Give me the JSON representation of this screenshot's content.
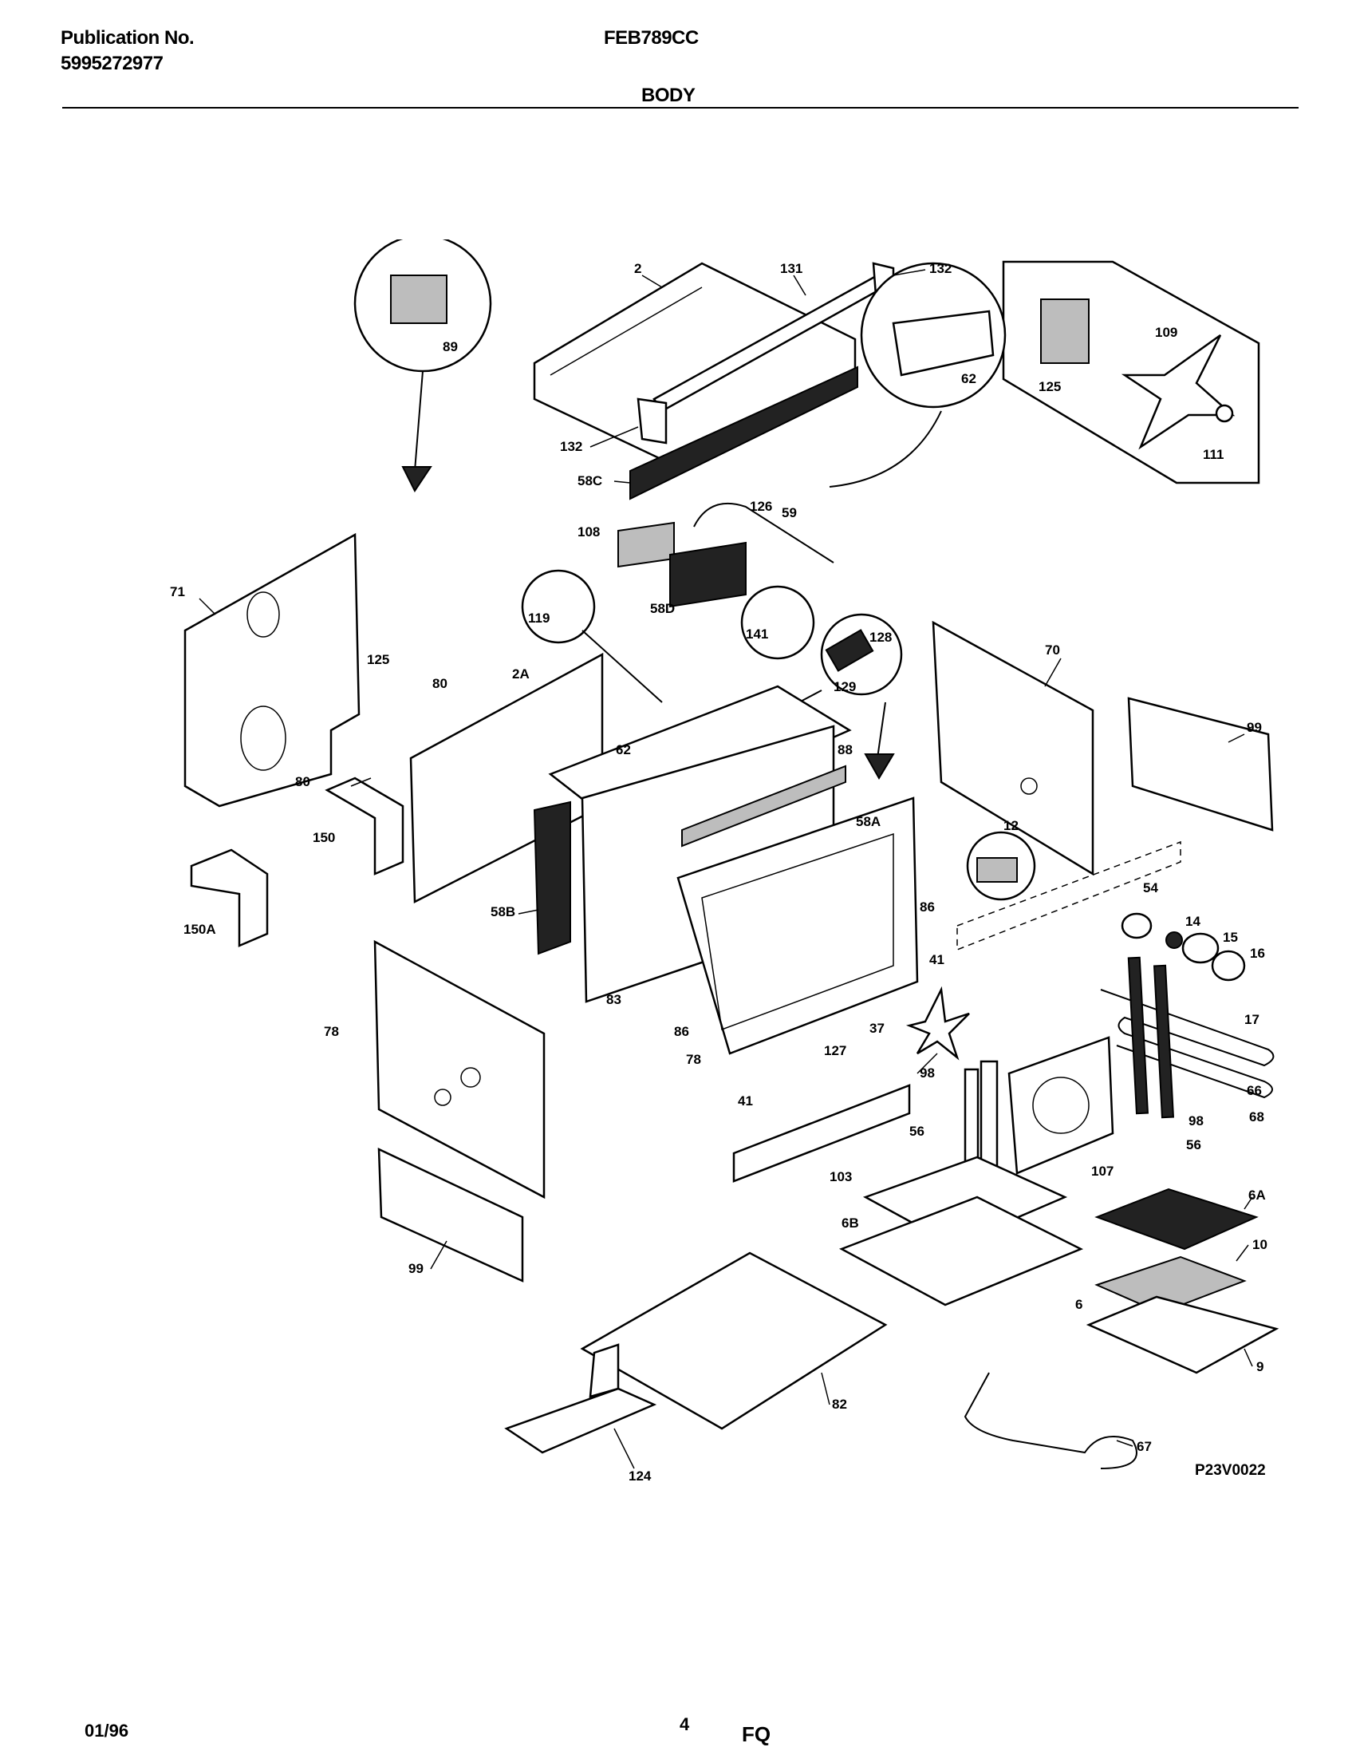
{
  "header": {
    "publication_label": "Publication No.",
    "publication_number": "5995272977",
    "model": "FEB789CC",
    "section": "BODY"
  },
  "diagram": {
    "code": "P23V0022",
    "parts": [
      "2",
      "131",
      "132",
      "132",
      "125",
      "109",
      "111",
      "58C",
      "126",
      "59",
      "108",
      "58D",
      "89",
      "71",
      "125",
      "80",
      "80",
      "2A",
      "119",
      "141",
      "128",
      "129",
      "62",
      "62",
      "70",
      "99",
      "150",
      "150A",
      "58B",
      "88",
      "58A",
      "12",
      "54",
      "14",
      "15",
      "16",
      "17",
      "86",
      "41",
      "83",
      "86",
      "78",
      "41",
      "127",
      "37",
      "98",
      "66",
      "68",
      "56",
      "98",
      "56",
      "107",
      "78",
      "103",
      "6A",
      "6B",
      "10",
      "6",
      "9",
      "99",
      "82",
      "67",
      "124"
    ]
  },
  "footer": {
    "date": "01/96",
    "page": "4",
    "mark": "FQ"
  }
}
